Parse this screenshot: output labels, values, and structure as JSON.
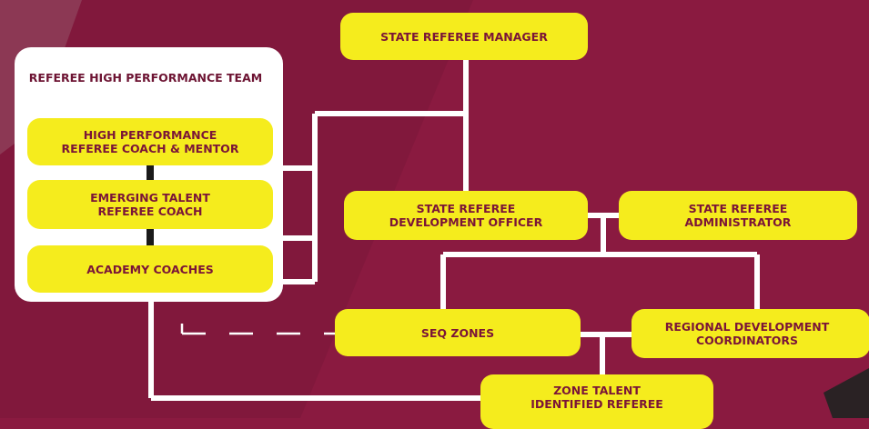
{
  "diagram": {
    "panel_title": "REFEREE HIGH PERFORMANCE TEAM",
    "boxes": {
      "state_referee_manager": "STATE REFEREE MANAGER",
      "hp_coach_mentor": [
        "HIGH PERFORMANCE",
        "REFEREE COACH & MENTOR"
      ],
      "emerging_talent_coach": [
        "EMERGING TALENT",
        "REFEREE COACH"
      ],
      "academy_coaches": "ACADEMY COACHES",
      "development_officer": [
        "STATE REFEREE",
        "DEVELOPMENT OFFICER"
      ],
      "administrator": [
        "STATE REFEREE",
        "ADMINISTRATOR"
      ],
      "seq_zones": "SEQ ZONES",
      "regional_coordinators": [
        "REGIONAL DEVELOPMENT",
        "COORDINATORS"
      ],
      "zone_talent": [
        "ZONE TALENT",
        "IDENTIFIED REFEREE"
      ]
    }
  },
  "colors": {
    "background": "#8a1a40",
    "box_fill": "#f5ec1d",
    "box_text": "#7a1538",
    "connector": "#ffffff",
    "panel": "#ffffff"
  }
}
